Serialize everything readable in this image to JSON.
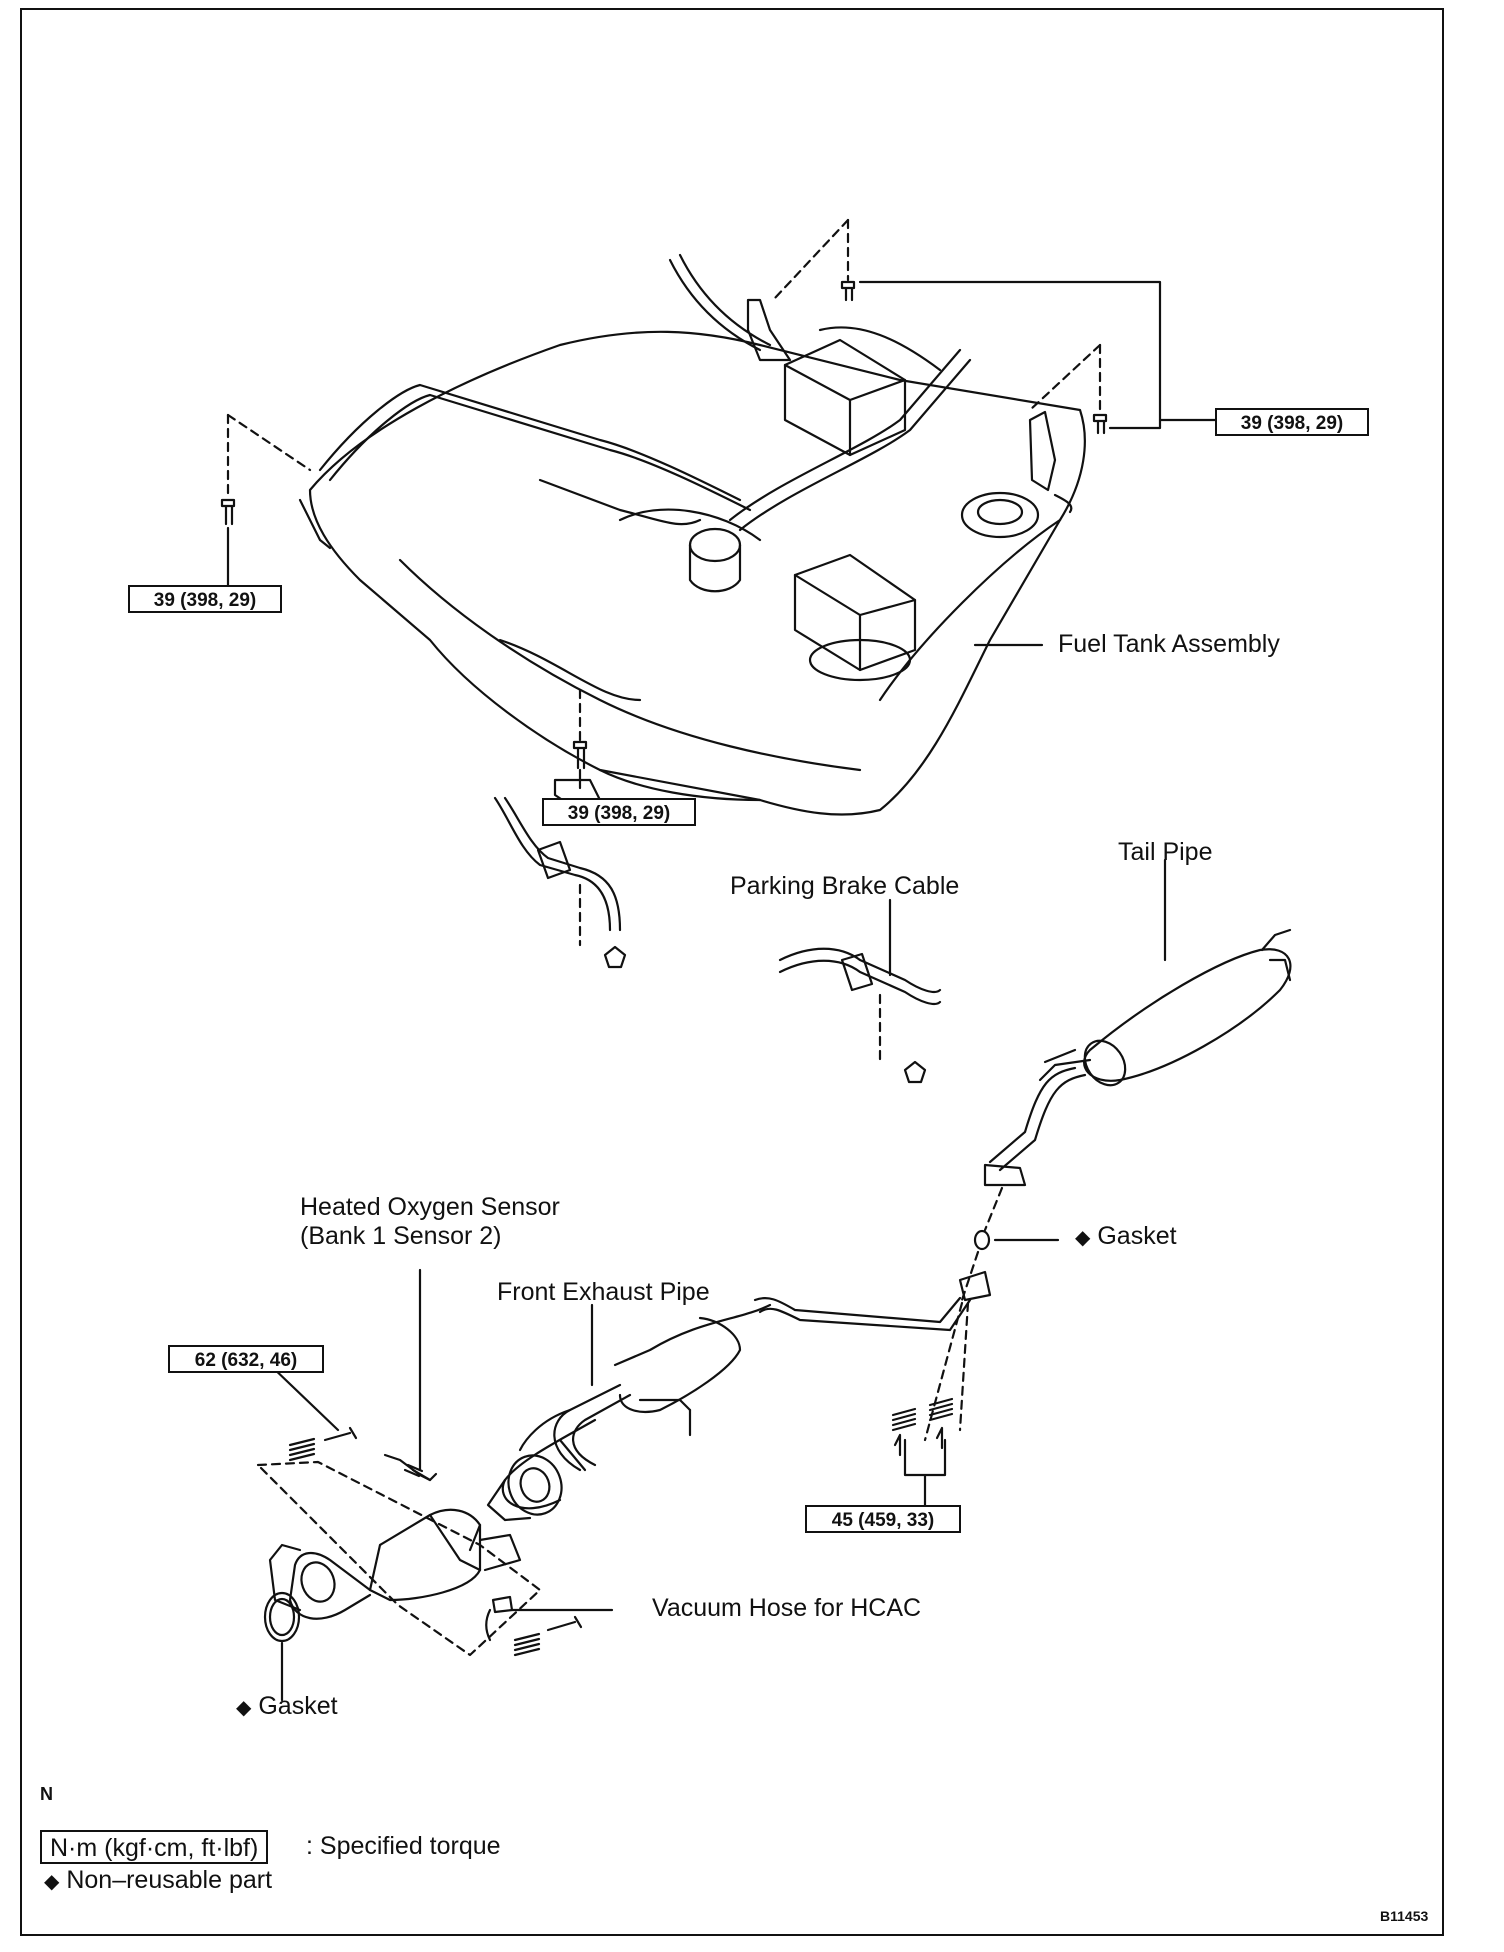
{
  "labels": {
    "fuel_tank": "Fuel Tank Assembly",
    "tail_pipe": "Tail Pipe",
    "parking_brake": "Parking Brake Cable",
    "gasket_upper": "Gasket",
    "heated_o2_line1": "Heated Oxygen Sensor",
    "heated_o2_line2": "(Bank 1 Sensor 2)",
    "front_exhaust": "Front Exhaust Pipe",
    "vacuum_hose": "Vacuum Hose for HCAC",
    "gasket_lower": "Gasket"
  },
  "torque_specs": {
    "tank_left": "39 (398, 29)",
    "tank_right": "39 (398, 29)",
    "tank_bottom": "39 (398, 29)",
    "exhaust_rear": "45 (459, 33)",
    "exhaust_front": "62 (632, 46)"
  },
  "legend": {
    "torque_unit": "N·m (kgf·cm, ft·lbf)",
    "torque_desc": ": Specified torque",
    "nonreusable": "Non–reusable part",
    "diamond": "◆"
  },
  "corner_mark": "N",
  "figure_code": "B11453"
}
